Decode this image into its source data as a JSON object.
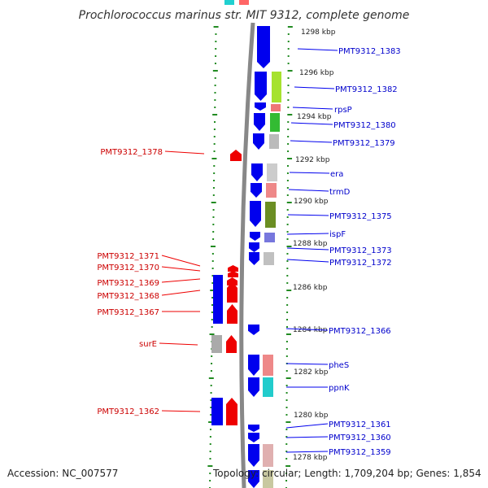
{
  "title": "Prochlorococcus marinus str. MIT 9312, complete genome",
  "footer": {
    "accession": "Accession: NC_007577",
    "topology": "Topology: circular; Length: 1,709,204 bp; Genes: 1,854"
  },
  "colors": {
    "forward": "#0000ee",
    "reverse": "#ee0000",
    "backbone": "#888888",
    "tick": "#228b22"
  },
  "kbp_labels": [
    "1298 kbp",
    "1296 kbp",
    "1294 kbp",
    "1292 kbp",
    "1290 kbp",
    "1288 kbp",
    "1286 kbp",
    "1284 kbp",
    "1282 kbp",
    "1280 kbp",
    "1278 kbp"
  ],
  "forward_genes": [
    "PMT9312_1383",
    "PMT9312_1382",
    "rpsP",
    "PMT9312_1380",
    "PMT9312_1379",
    "era",
    "trmD",
    "PMT9312_1375",
    "ispF",
    "PMT9312_1373",
    "PMT9312_1372",
    "PMT9312_1366",
    "pheS",
    "ppnK",
    "PMT9312_1361",
    "PMT9312_1360",
    "PMT9312_1359"
  ],
  "reverse_genes": [
    "PMT9312_1378",
    "PMT9312_1371",
    "PMT9312_1370",
    "PMT9312_1369",
    "PMT9312_1368",
    "PMT9312_1367",
    "surE",
    "PMT9312_1362"
  ]
}
